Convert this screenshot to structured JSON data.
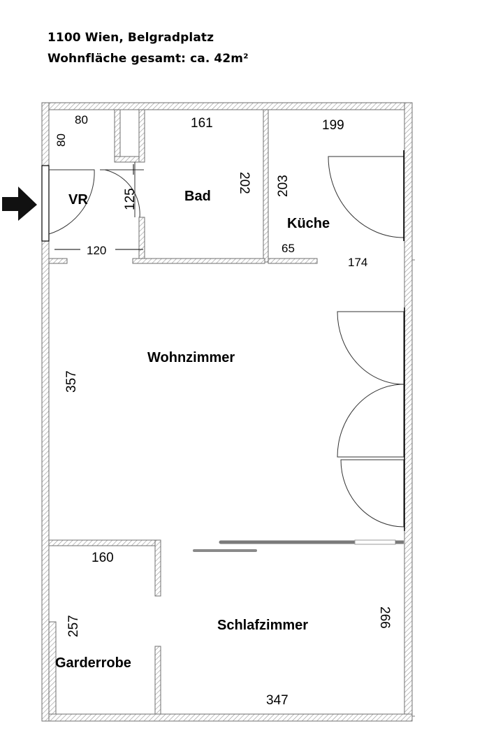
{
  "header": {
    "address": "1100 Wien, Belgradplatz",
    "area": "Wohnfläche gesamt: ca. 42m²"
  },
  "rooms": {
    "vr": "VR",
    "bad": "Bad",
    "kueche": "Küche",
    "wohnzimmer": "Wohnzimmer",
    "schlafzimmer": "Schlafzimmer",
    "garderobe": "Garderrobe"
  },
  "dimensions": {
    "vr_width": "80",
    "vr_depth": "80",
    "vr_door": "125",
    "vr_hall": "120",
    "bad_width": "161",
    "bad_height": "202",
    "kueche_width": "199",
    "kueche_height": "203",
    "kueche_65": "65",
    "kueche_174": "174",
    "wohn_height": "357",
    "garderobe_width": "160",
    "garderobe_height": "257",
    "schlaf_width": "347",
    "schlaf_height": "266"
  },
  "icons": {
    "entrance": "entrance-arrow-icon"
  }
}
